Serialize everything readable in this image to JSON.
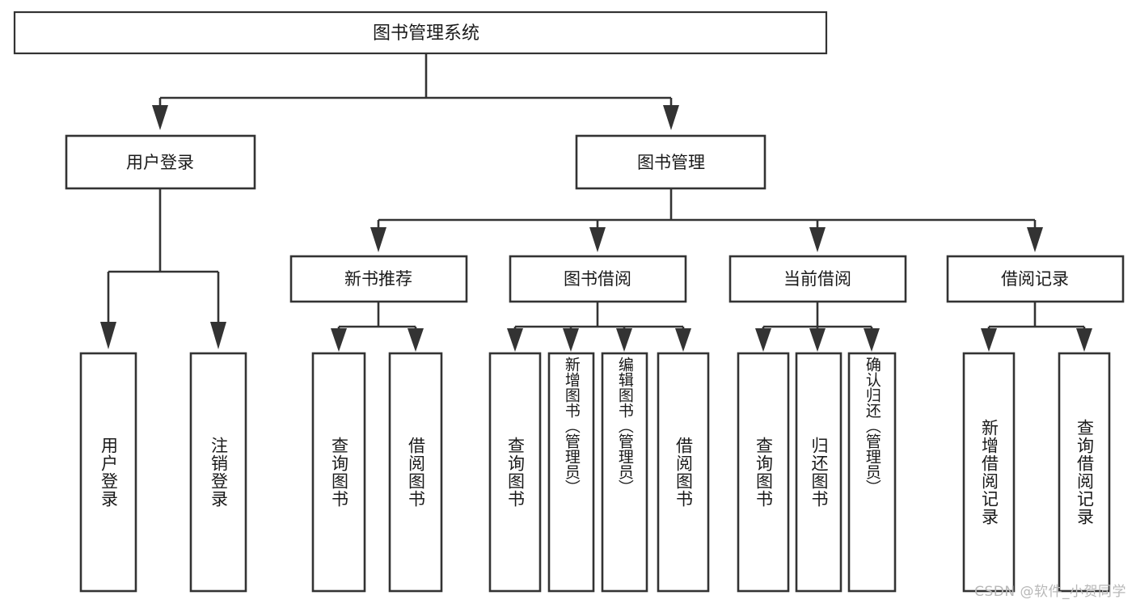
{
  "diagram": {
    "type": "tree",
    "title": "图书管理系统",
    "root": {
      "id": "root",
      "label": "图书管理系统",
      "orientation": "horizontal"
    },
    "level2": [
      {
        "id": "user-login",
        "label": "用户登录",
        "orientation": "horizontal"
      },
      {
        "id": "book-manage",
        "label": "图书管理",
        "orientation": "horizontal"
      }
    ],
    "level3": [
      {
        "id": "new-book-recommend",
        "label": "新书推荐",
        "parent": "book-manage",
        "orientation": "horizontal"
      },
      {
        "id": "book-borrow",
        "label": "图书借阅",
        "parent": "book-manage",
        "orientation": "horizontal"
      },
      {
        "id": "current-borrow",
        "label": "当前借阅",
        "parent": "book-manage",
        "orientation": "horizontal"
      },
      {
        "id": "borrow-record",
        "label": "借阅记录",
        "parent": "book-manage",
        "orientation": "horizontal"
      }
    ],
    "leaves": [
      {
        "id": "leaf-user-login",
        "label": "用户登录",
        "parent": "user-login",
        "orientation": "vertical"
      },
      {
        "id": "leaf-user-logout",
        "label": "注销登录",
        "parent": "user-login",
        "orientation": "vertical"
      },
      {
        "id": "leaf-query-book-1",
        "label": "查询图书",
        "parent": "new-book-recommend",
        "orientation": "vertical"
      },
      {
        "id": "leaf-borrow-book-1",
        "label": "借阅图书",
        "parent": "new-book-recommend",
        "orientation": "vertical"
      },
      {
        "id": "leaf-query-book-2",
        "label": "查询图书",
        "parent": "book-borrow",
        "orientation": "vertical"
      },
      {
        "id": "leaf-add-book",
        "label": "新增图书（管理员）",
        "parent": "book-borrow",
        "orientation": "vertical"
      },
      {
        "id": "leaf-edit-book",
        "label": "编辑图书（管理员）",
        "parent": "book-borrow",
        "orientation": "vertical"
      },
      {
        "id": "leaf-borrow-book-2",
        "label": "借阅图书",
        "parent": "book-borrow",
        "orientation": "vertical"
      },
      {
        "id": "leaf-query-book-3",
        "label": "查询图书",
        "parent": "current-borrow",
        "orientation": "vertical"
      },
      {
        "id": "leaf-return-book",
        "label": "归还图书",
        "parent": "current-borrow",
        "orientation": "vertical"
      },
      {
        "id": "leaf-confirm-return",
        "label": "确认归还（管理员）",
        "parent": "current-borrow",
        "orientation": "vertical"
      },
      {
        "id": "leaf-add-record",
        "label": "新增借阅记录",
        "parent": "borrow-record",
        "orientation": "vertical"
      },
      {
        "id": "leaf-query-record",
        "label": "查询借阅记录",
        "parent": "borrow-record",
        "orientation": "vertical"
      }
    ]
  },
  "style": {
    "stroke_color": "#333333",
    "box_fill": "#ffffff",
    "text_color": "#1a1a1a",
    "background": "#ffffff",
    "watermark_color": "#b8b8b8"
  },
  "watermark": {
    "text": "CSDN @软件_小贺同学"
  }
}
